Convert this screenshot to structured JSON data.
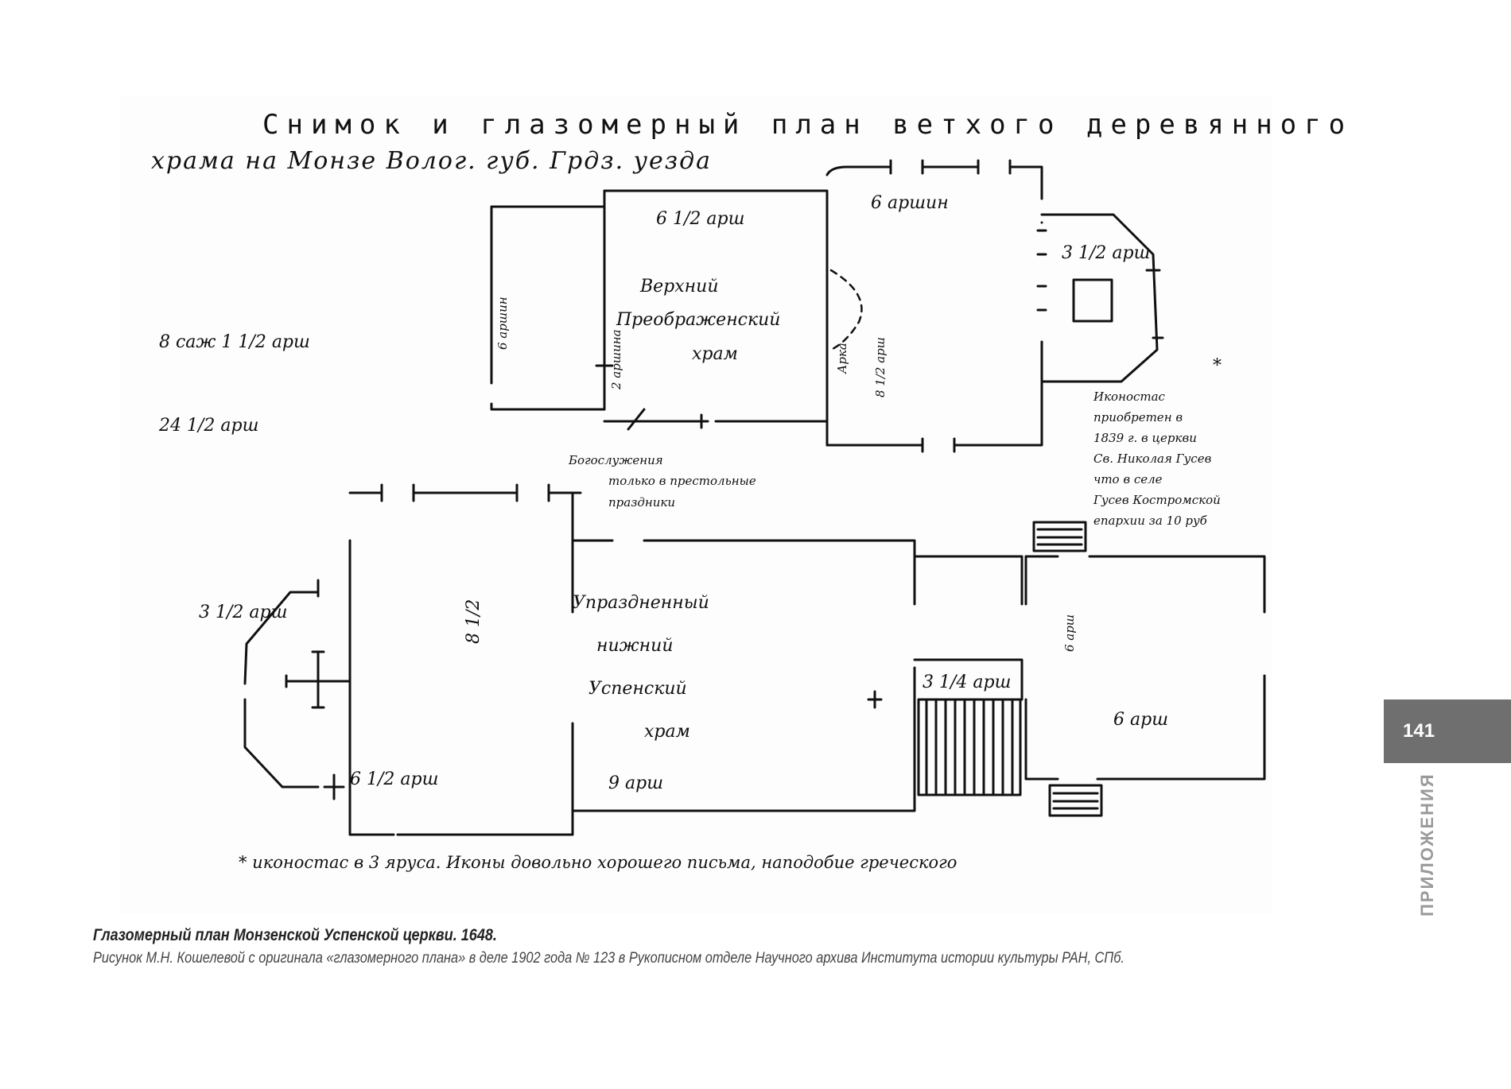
{
  "drawing": {
    "title_line1": "Снимок и глазомерный план ветхого деревянного",
    "title_line2": "храма на Монзе Волог. губ. Грдз. уезда",
    "upper": {
      "dim_top_left": "6 1/2 арш",
      "dim_top_right": "6 аршин",
      "dim_left_vertical": "6 аршин",
      "dim_partition": "2 аршина",
      "label_l1": "Верхний",
      "label_l2": "Преображенский",
      "label_l3": "храм",
      "arch": "Арка",
      "dim_arch": "8 1/2 арш",
      "apse_dim": "3 1/2 арш",
      "service_note_l1": "Богослужения",
      "service_note_l2": "только в престольные",
      "service_note_l3": "праздники"
    },
    "overall_l1": "8 саж 1 1/2 арш",
    "overall_l2": "24 1/2 арш",
    "iconostasis_note_l1": "Иконостас",
    "iconostasis_note_l2": "приобретен в",
    "iconostasis_note_l3": "1839 г. в церкви",
    "iconostasis_note_l4": "Св. Николая Гусев",
    "iconostasis_note_l5": "что в селе",
    "iconostasis_note_l6": "Гусев Костромской",
    "iconostasis_note_l7": "епархии за 10 руб",
    "asterisk": "*",
    "lower": {
      "apse_dim": "3 1/2 арш",
      "dim_vertical": "8 1/2",
      "dim_bottom_left": "6 1/2 арш",
      "label_l1": "Упраздненный",
      "label_l2": "нижний",
      "label_l3": "Успенский",
      "label_l4": "храм",
      "dim_bottom_mid": "9 арш",
      "dim_stairs": "3 1/4 арш",
      "dim_right_vertical": "6 арш",
      "dim_right": "6 арш"
    },
    "footnote": "* иконостас в 3 яруса. Иконы довольно хорошего письма, наподобие греческого"
  },
  "caption": {
    "title": "Глазомерный план Монзенской Успенской церкви. 1648.",
    "subtitle": "Рисунок М.Н. Кошелевой с оригинала «глазомерного плана» в деле 1902 года № 123 в Рукописном отделе Научного архива Института истории культуры РАН, СПб."
  },
  "page_number": "141",
  "section_label": "ПРИЛОЖЕНИЯ"
}
